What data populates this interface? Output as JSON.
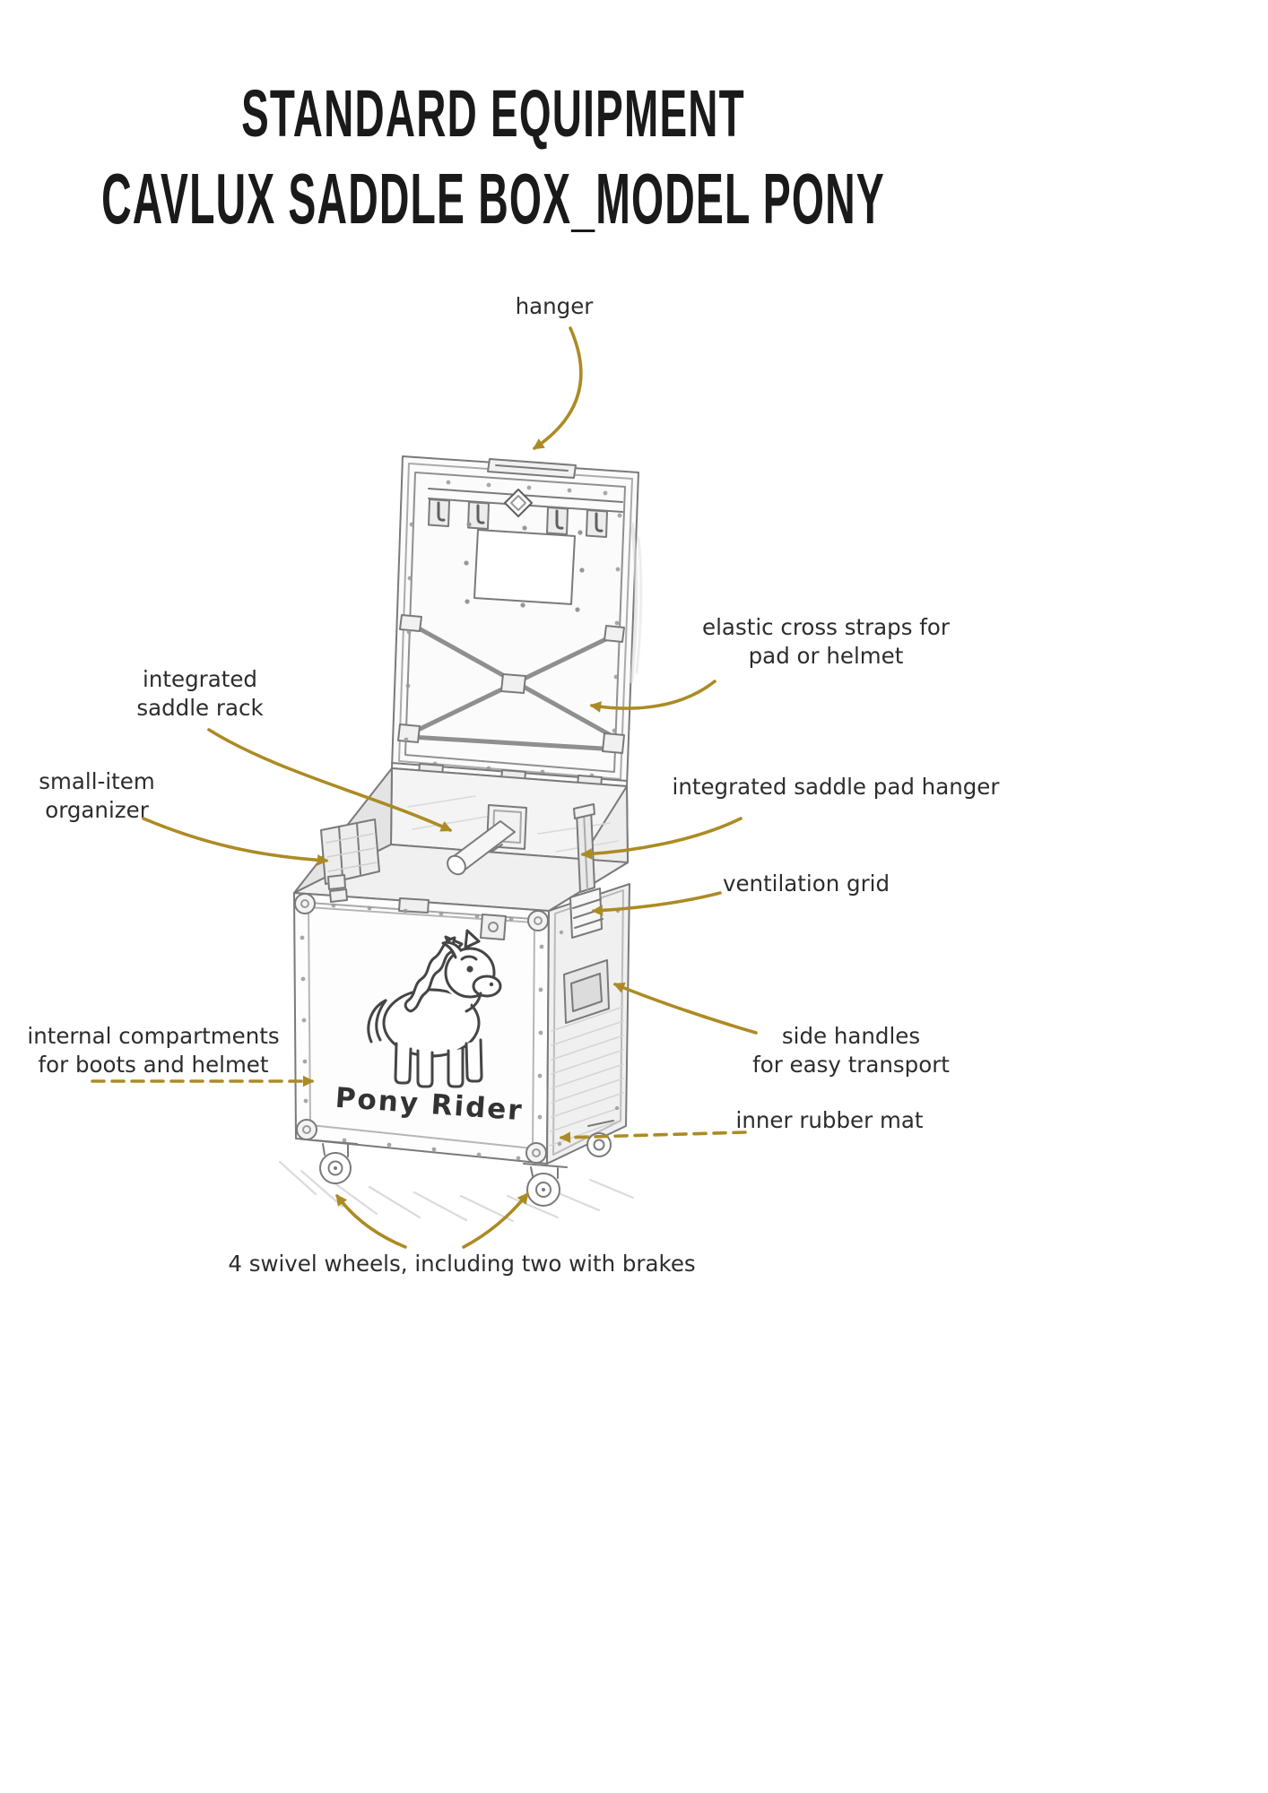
{
  "title": {
    "line1": "STANDARD EQUIPMENT",
    "line2": "CAVLUX SADDLE BOX_MODEL PONY"
  },
  "colors": {
    "arrow": "#ac8b24",
    "title_text": "#1a1a1a",
    "label_text": "#2d2d2d",
    "sketch_line": "#7a7a7a"
  },
  "labels": {
    "hanger": "hanger",
    "elastic_cross_straps": [
      "elastic cross straps for",
      "pad or helmet"
    ],
    "integrated_saddle_rack": [
      "integrated",
      "saddle rack"
    ],
    "small_item_organizer": [
      "small-item",
      "organizer"
    ],
    "integrated_saddle_pad_hanger": "integrated saddle pad hanger",
    "ventilation_grid": "ventilation grid",
    "internal_compartments": [
      "internal compartments",
      "for boots and helmet"
    ],
    "side_handles": [
      "side handles",
      "for easy transport"
    ],
    "inner_rubber_mat": "inner rubber mat",
    "swivel_wheels": "4 swivel wheels, including two with brakes"
  },
  "illustration": {
    "front_text": "Pony Rider"
  }
}
